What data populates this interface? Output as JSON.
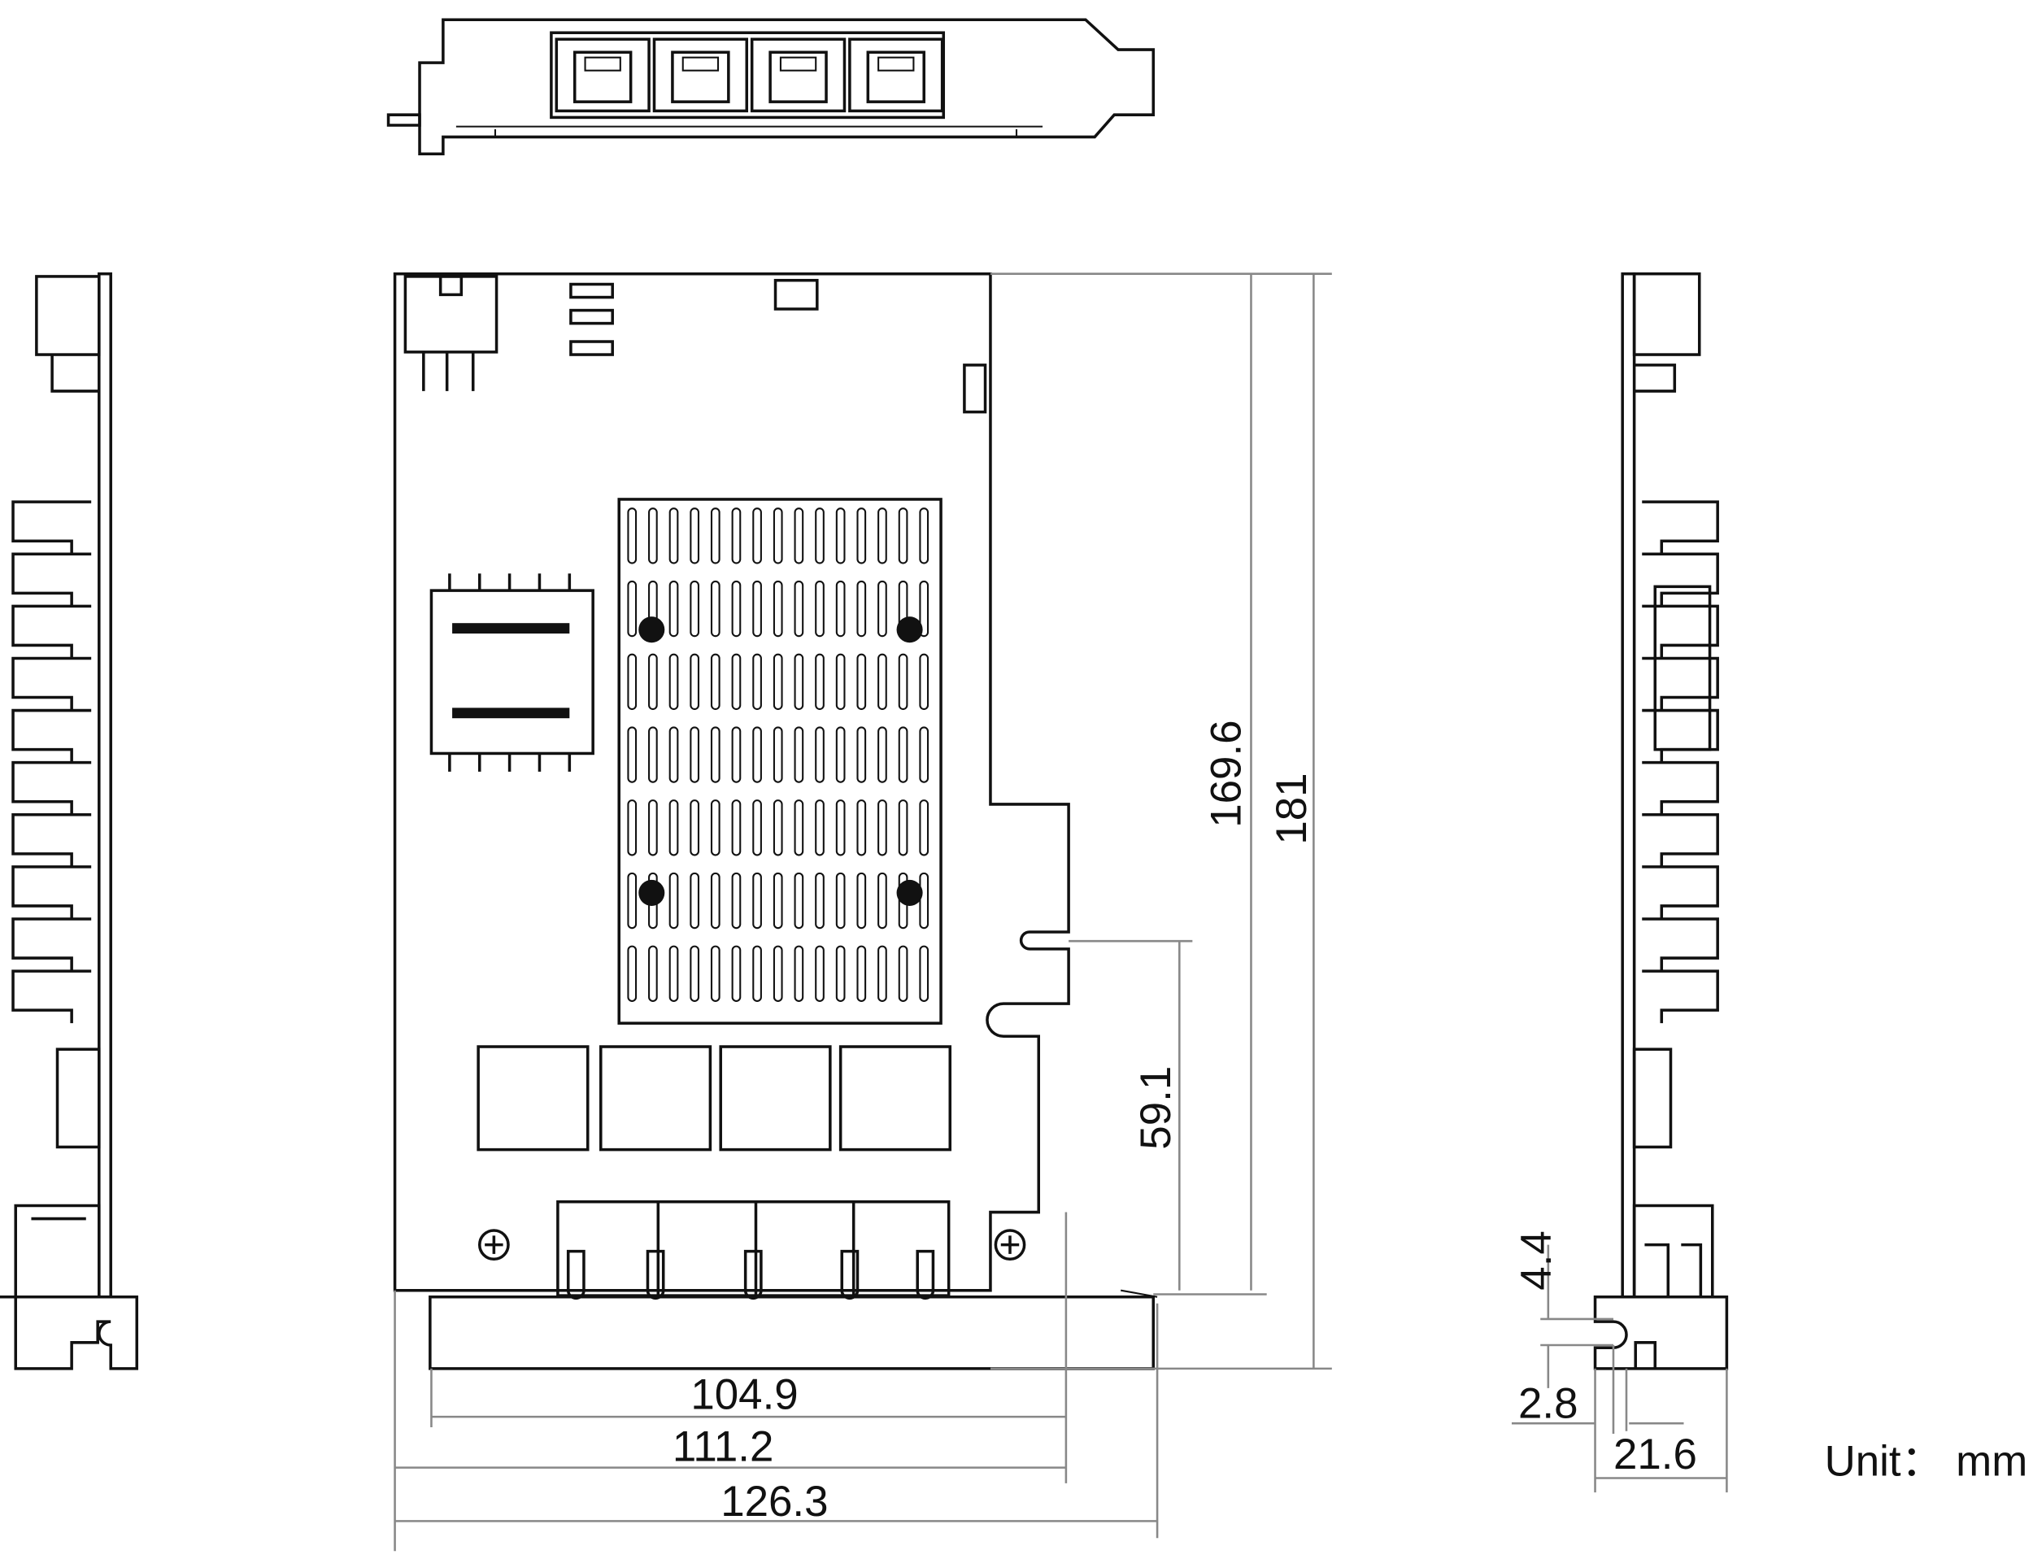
{
  "drawing": {
    "unit_label": "Unit： mm",
    "dimensions": {
      "board_height": "169.6",
      "overall_height": "181",
      "connector_offset": "59.1",
      "connector_length": "104.9",
      "board_length": "111.2",
      "overall_length": "126.3",
      "bracket_slot_height": "4.4",
      "bracket_slot_offset": "2.8",
      "bracket_width": "21.6"
    },
    "rj45_port_count": 4,
    "colors": {
      "line": "#111111",
      "dimension": "#888888"
    }
  }
}
